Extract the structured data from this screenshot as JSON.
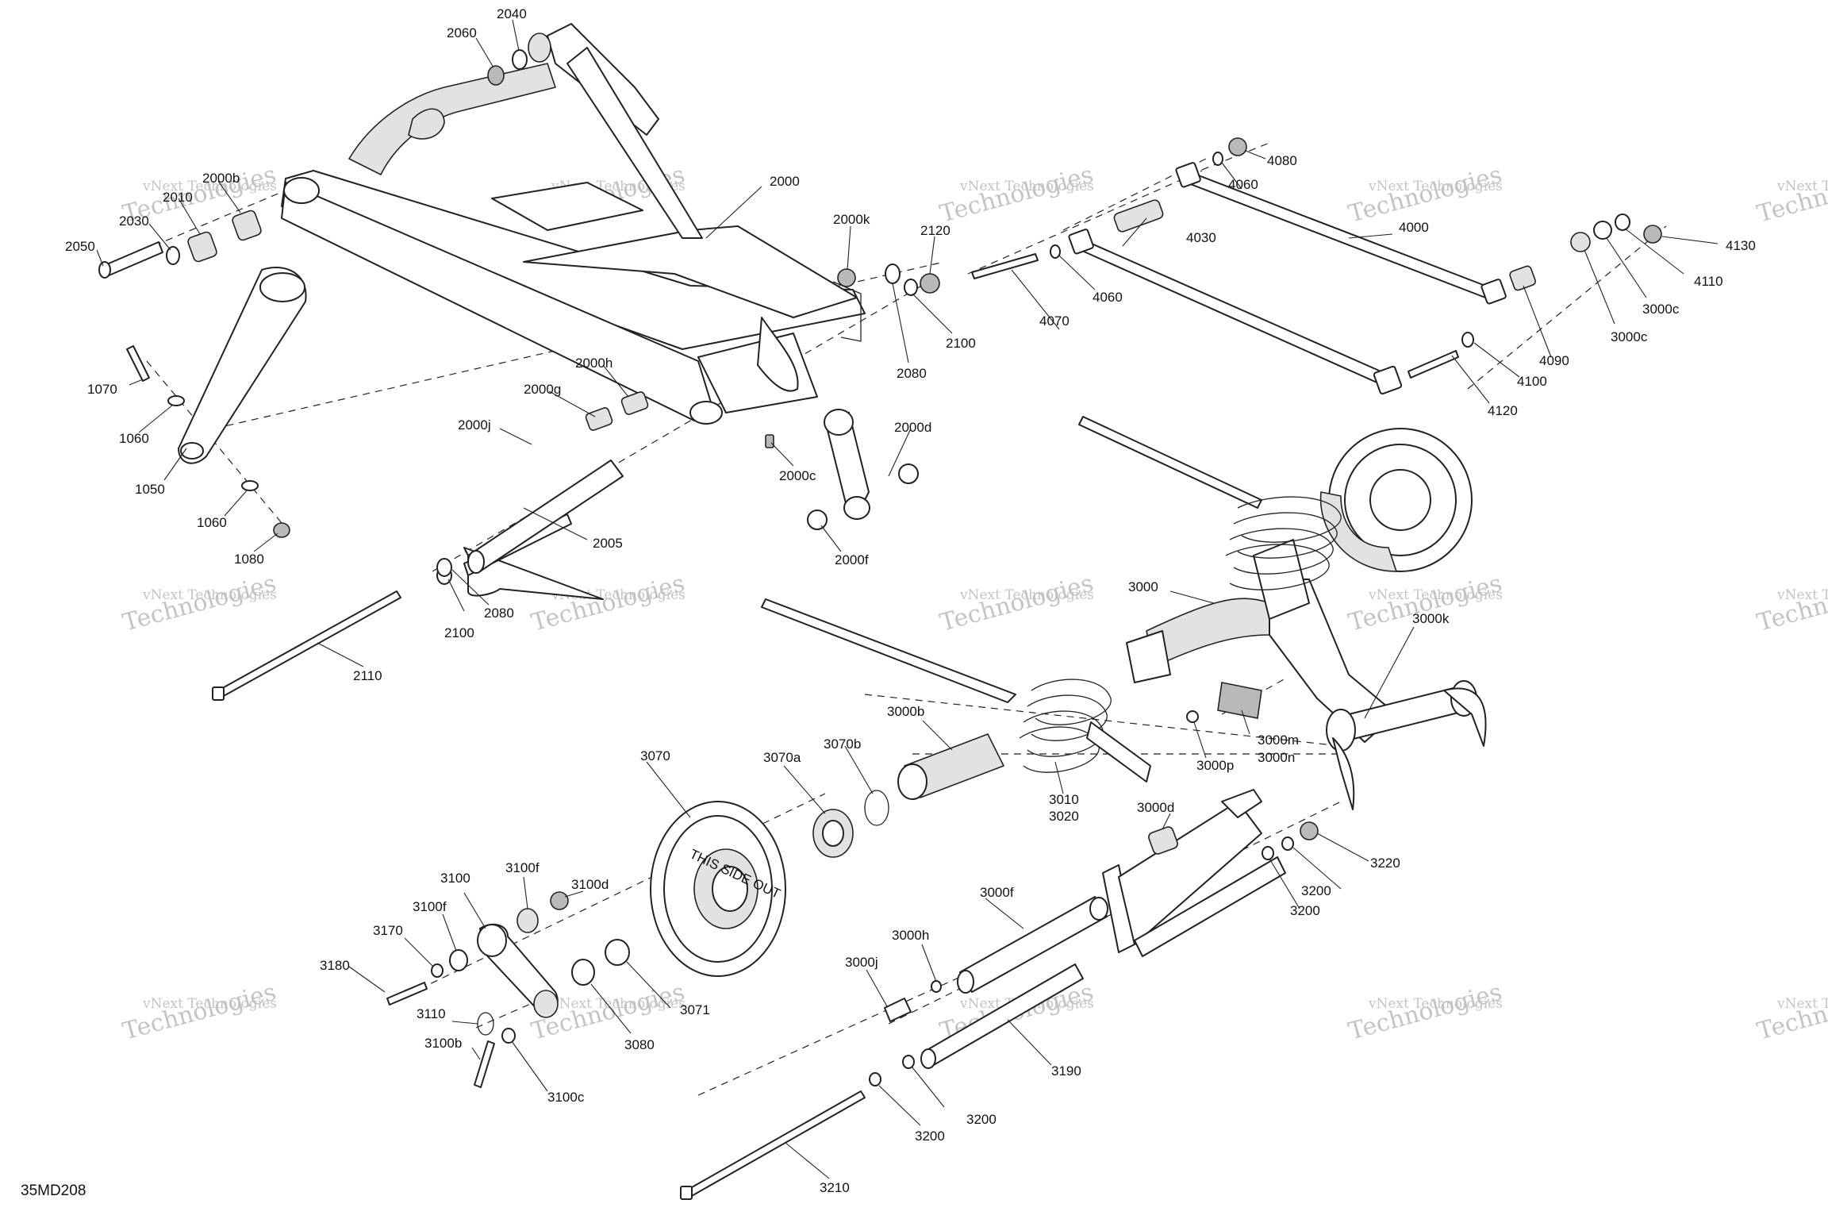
{
  "diagram": {
    "code": "35MD208",
    "watermark": {
      "line1": "vNext Technologies",
      "line2": "Technologies"
    },
    "parts": {
      "p1050": "1050",
      "p1060a": "1060",
      "p1060b": "1060",
      "p1070": "1070",
      "p1080": "1080",
      "p2000": "2000",
      "p2000b": "2000b",
      "p2000c": "2000c",
      "p2000d": "2000d",
      "p2000f": "2000f",
      "p2000g": "2000g",
      "p2000h": "2000h",
      "p2000j": "2000j",
      "p2000k": "2000k",
      "p2005": "2005",
      "p2010": "2010",
      "p2030": "2030",
      "p2040": "2040",
      "p2050": "2050",
      "p2060": "2060",
      "p2080a": "2080",
      "p2080b": "2080",
      "p2100a": "2100",
      "p2100b": "2100",
      "p2110": "2110",
      "p2120": "2120",
      "p3000": "3000",
      "p3000b": "3000b",
      "p3000c1": "3000c",
      "p3000c2": "3000c",
      "p3000d": "3000d",
      "p3000f": "3000f",
      "p3000h": "3000h",
      "p3000j": "3000j",
      "p3000k": "3000k",
      "p3000m": "3000m",
      "p3000n": "3000n",
      "p3000p": "3000p",
      "p3010": "3010",
      "p3020": "3020",
      "p3070": "3070",
      "p3070a": "3070a",
      "p3070b": "3070b",
      "p3071": "3071",
      "p3080": "3080",
      "p3100": "3100",
      "p3100b": "3100b",
      "p3100c": "3100c",
      "p3100d": "3100d",
      "p3100f1": "3100f",
      "p3100f2": "3100f",
      "p3110": "3110",
      "p3170": "3170",
      "p3180": "3180",
      "p3190": "3190",
      "p3200a": "3200",
      "p3200b": "3200",
      "p3200c": "3200",
      "p3200d": "3200",
      "p3210": "3210",
      "p3220": "3220",
      "p4000": "4000",
      "p4030": "4030",
      "p4060a": "4060",
      "p4060b": "4060",
      "p4070": "4070",
      "p4080": "4080",
      "p4090": "4090",
      "p4100": "4100",
      "p4110": "4110",
      "p4120": "4120",
      "p4130": "4130"
    },
    "wheel_text": "THIS SIDE OUT"
  }
}
